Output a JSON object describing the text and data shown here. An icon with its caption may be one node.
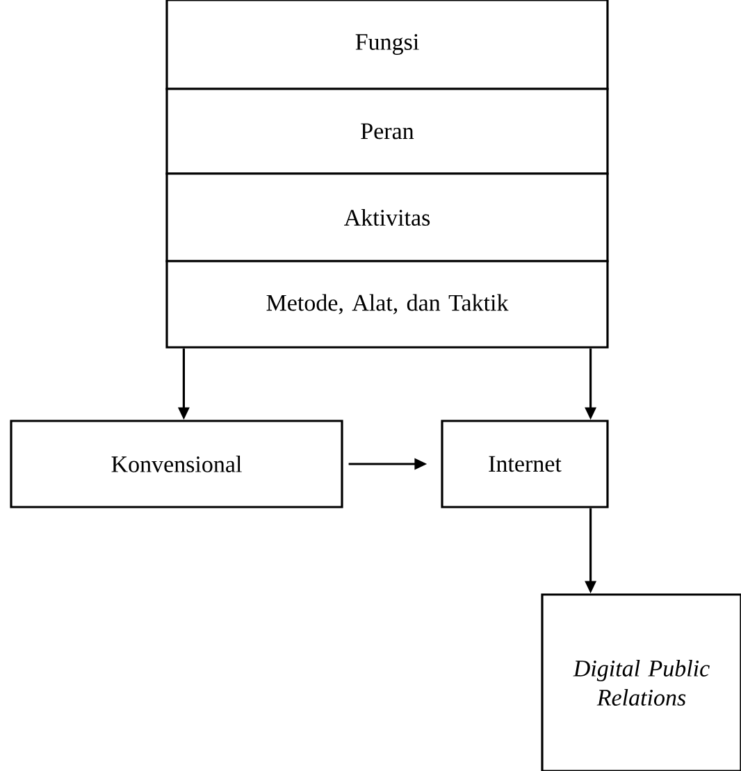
{
  "diagram": {
    "nodes": [
      {
        "text": [
          "Fungsi"
        ]
      },
      {
        "text": [
          "Peran"
        ]
      },
      {
        "text": [
          "Aktivitas"
        ]
      },
      {
        "text": [
          "Metode, Alat, dan Taktik"
        ]
      },
      {
        "text": [
          "Konvensional"
        ]
      },
      {
        "text": [
          "Internet"
        ]
      },
      {
        "text": [
          "Digital Public Relations"
        ]
      }
    ],
    "edges": [
      {
        "from": 3,
        "to": 4,
        "arrow": "to"
      },
      {
        "from": 3,
        "to": 5,
        "arrow": "to"
      },
      {
        "from": 4,
        "to": 5,
        "arrow": "to"
      },
      {
        "from": 5,
        "to": 6,
        "arrow": "to"
      }
    ]
  }
}
